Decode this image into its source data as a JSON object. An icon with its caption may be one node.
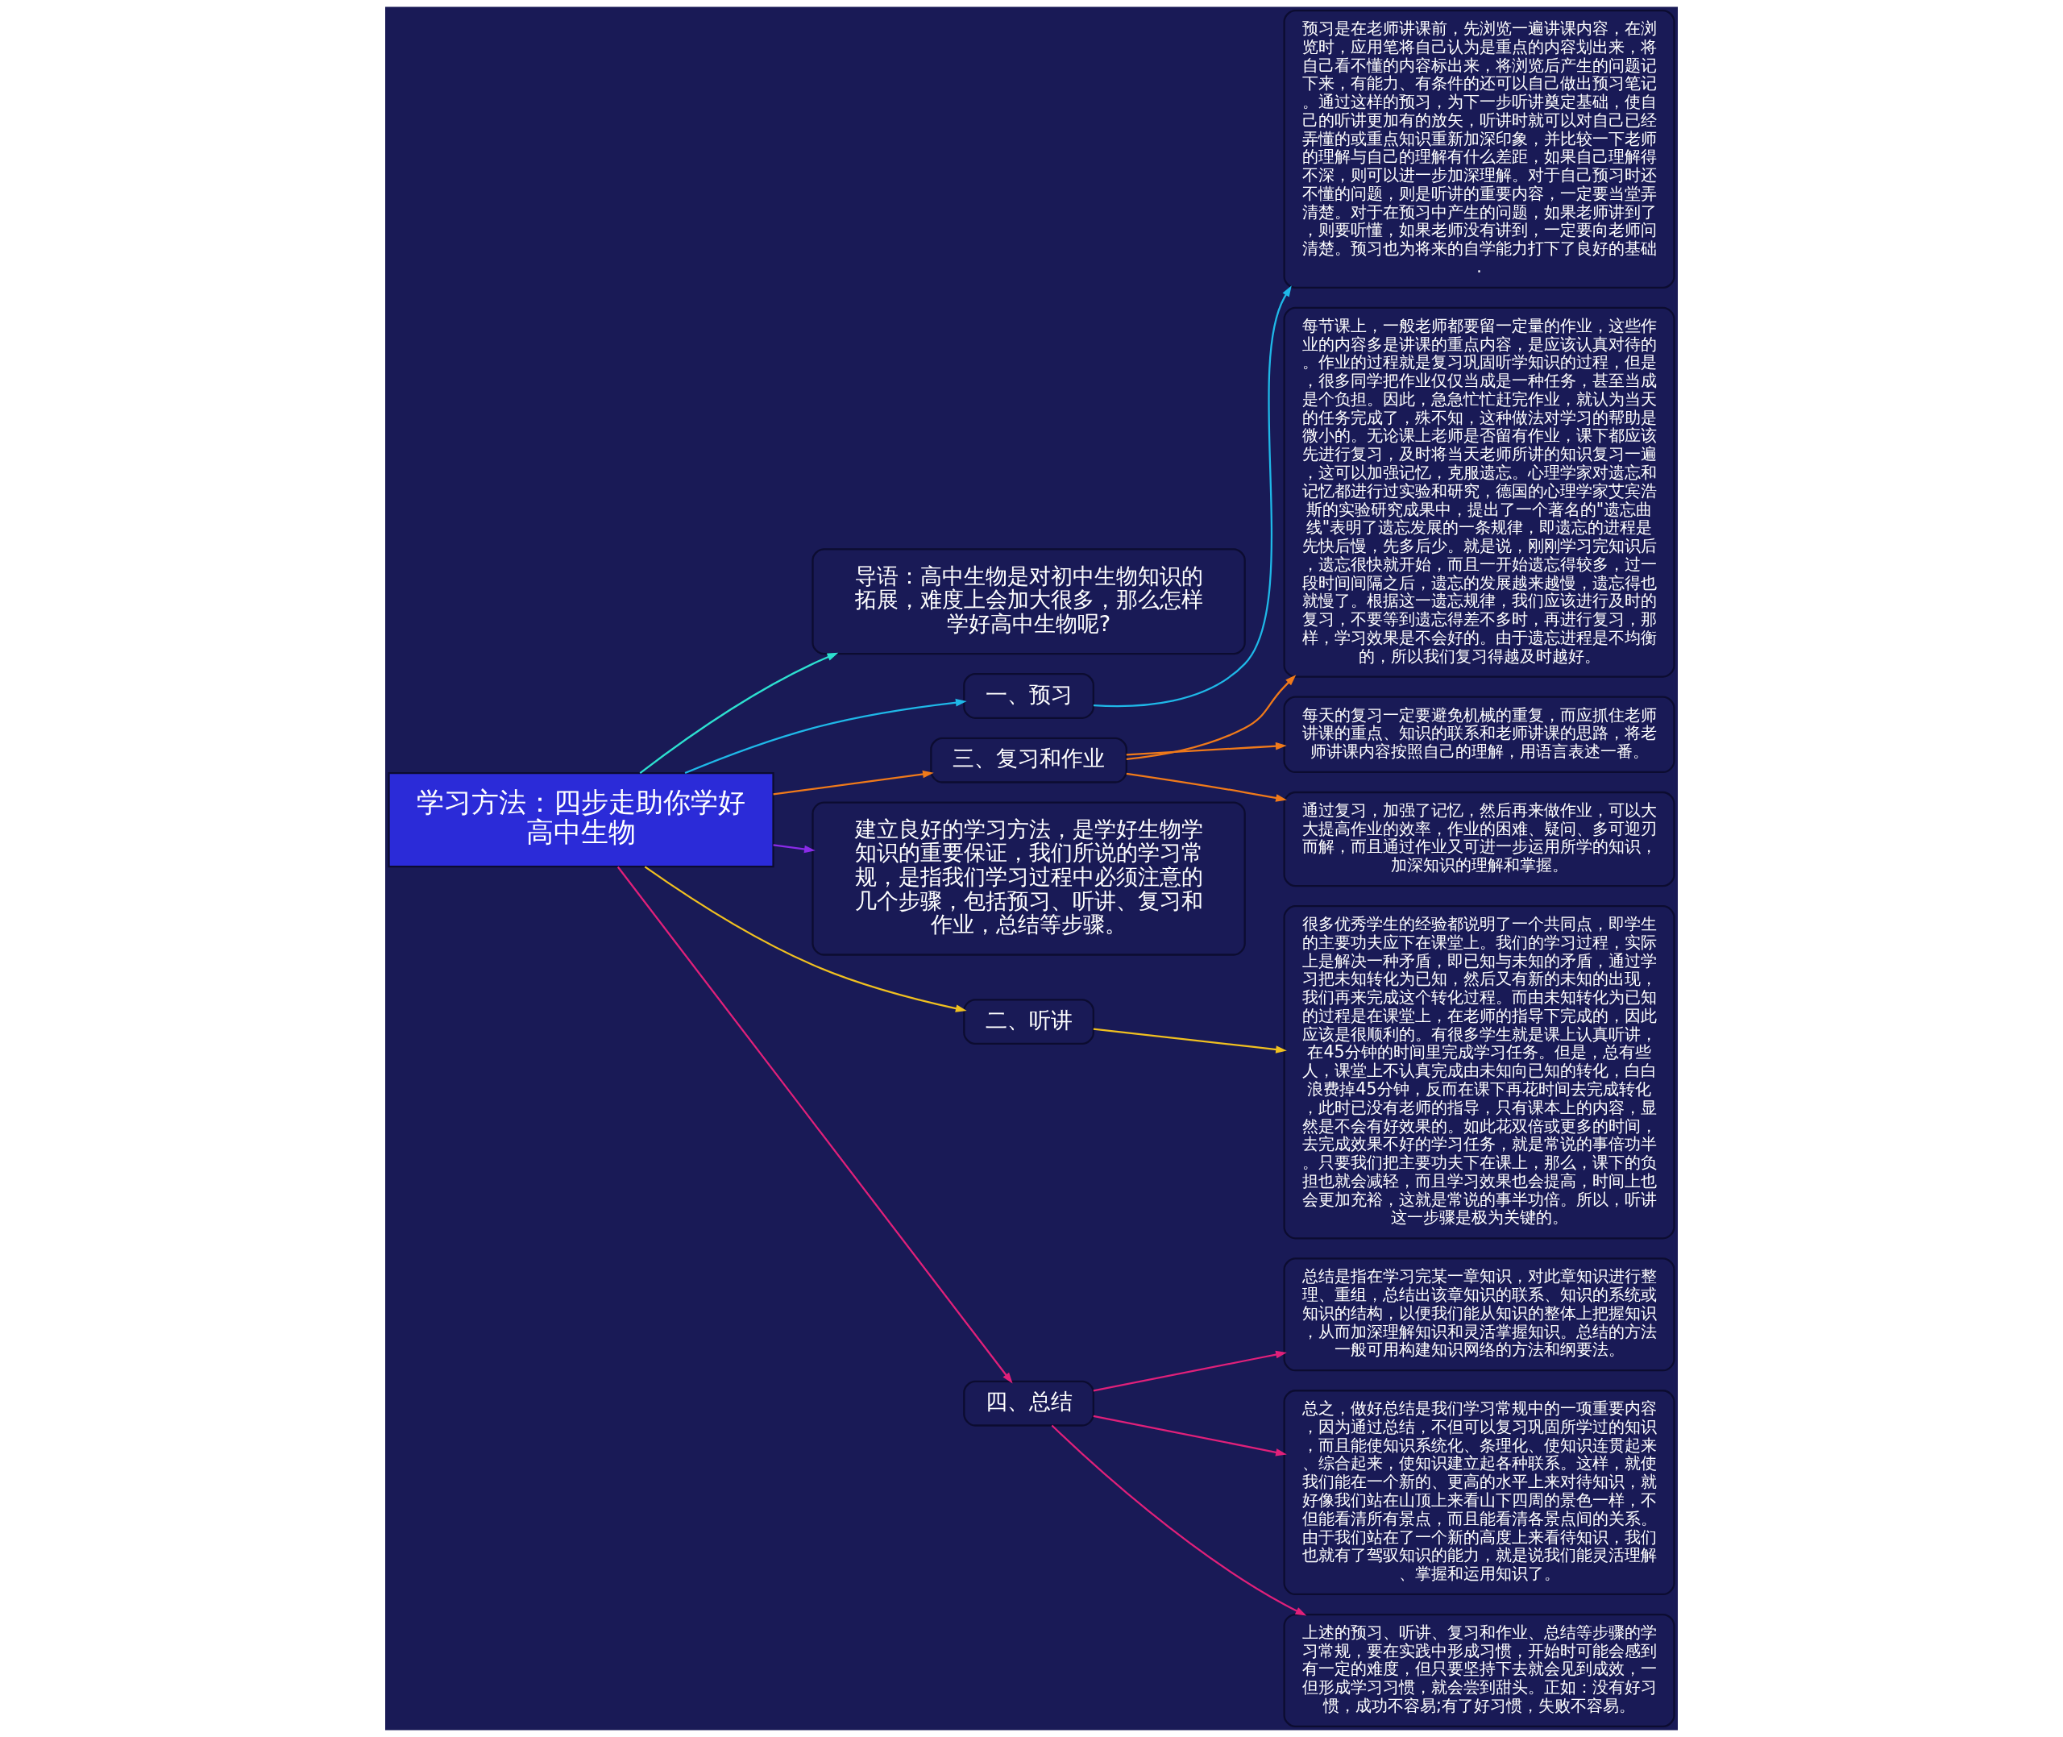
{
  "diagram": {
    "nodes": [
      {
        "text": [
          "学习方法：四步走助你学好高中生物"
        ]
      },
      {
        "text": [
          "导语：高中生物是对初中生物知识的拓展，难度上会加大很多，那么怎样学好高中生物呢?"
        ]
      },
      {
        "text": [
          "一、预习"
        ]
      },
      {
        "text": [
          "预习是在老师讲课前，先浏览一遍讲课内容，在浏览时，应用笔将自己认为是重点的内容划出来，将自己看不懂的内容标出来，将浏览后产生的问题记下来，有能力、有条件的还可以自己做出预习笔记。通过这样的预习，为下一步听讲奠定基础，使自己的听讲更加有的放矢，听讲时就可以对自己已经弄懂的或重点知识重新加深印象，并比较一下老师的理解与自己的理解有什么差距，如果自己理解得不深，则可以进一步加深理解。对于自己预习时还不懂的问题，则是听讲的重要内容，一定要当堂弄清楚。对于在预习中产生的问题，如果老师讲到了，则要听懂，如果老师没有讲到，一定要向老师问清楚。预习也为将来的自学能力打下了良好的基础."
        ]
      },
      {
        "text": [
          "三、复习和作业"
        ]
      },
      {
        "text": [
          "每节课上，一般老师都要留一定量的作业，这些作业的内容多是讲课的重点内容，是应该认真对待的。作业的过程就是复习巩固听学知识的过程，但是，很多同学把作业仅仅当成是一种任务，甚至当成是个负担。因此，急急忙忙赶完作业，就认为当天的任务完成了，殊不知，这种做法对学习的帮助是微小的。无论课上老师是否留有作业，课下都应该先进行复习，及时将当天老师所讲的知识复习一遍，这可以加强记忆，克服遗忘。心理学家对遗忘和记忆都进行过实验和研究，德国的心理学家艾宾浩斯的实验研究成果中，提出了一个著名的\"遗忘曲线\"表明了遗忘发展的一条规律，即遗忘的进程是先快后慢，先多后少。就是说，刚刚学习完知识后，遗忘很快就开始，而且一开始遗忘得较多，过一段时间间隔之后，遗忘的发展越来越慢，遗忘得也就慢了。根据这一遗忘规律，我们应该进行及时的复习，不要等到遗忘得差不多时，再进行复习，那样，学习效果是不会好的。由于遗忘进程是不均衡的，所以我们复习得越及时越好。"
        ]
      },
      {
        "text": [
          "每天的复习一定要避免机械的重复，而应抓住老师讲课的重点、知识的联系和老师讲课的思路，将老师讲课内容按照自己的理解，用语言表述一番。"
        ]
      },
      {
        "text": [
          "通过复习，加强了记忆，然后再来做作业，可以大大提高作业的效率，作业的困难、疑问、多可迎刃而解，而且通过作业又可进一步运用所学的知识，加深知识的理解和掌握。"
        ]
      },
      {
        "text": [
          "建立良好的学习方法，是学好生物学知识的重要保证，我们所说的学习常规，是指我们学习过程中必须注意的几个步骤，包括预习、听讲、复习和作业，总结等步骤。"
        ]
      },
      {
        "text": [
          "二、听讲"
        ]
      },
      {
        "text": [
          "很多优秀学生的经验都说明了一个共同点，即学生的主要功夫应下在课堂上。我们的学习过程，实际上是解决一种矛盾，即已知与未知的矛盾，通过学习把未知转化为已知，然后又有新的未知的出现，我们再来完成这个转化过程。而由未知转化为已知的过程是在课堂上，在老师的指导下完成的，因此应该是很顺利的。有很多学生就是课上认真听讲，在45分钟的时间里完成学习任务。但是，总有些人，课堂上不认真完成由未知向已知的转化，白白浪费掉45分钟，反而在课下再花时间去完成转化，此时已没有老师的指导，只有课本上的内容，显然是不会有好效果的。如此花双倍或更多的时间，去完成效果不好的学习任务，就是常说的事倍功半。只要我们把主要功夫下在课上，那么，课下的负担也就会减轻，而且学习效果也会提高，时间上也会更加充裕，这就是常说的事半功倍。所以，听讲这一步骤是极为关键的。"
        ]
      },
      {
        "text": [
          "四、总结"
        ]
      },
      {
        "text": [
          "总结是指在学习完某一章知识，对此章知识进行整理、重组，总结出该章知识的联系、知识的系统或知识的结构，以便我们能从知识的整体上把握知识，从而加深理解知识和灵活掌握知识。总结的方法一般可用构建知识网络的方法和纲要法。"
        ]
      },
      {
        "text": [
          "总之，做好总结是我们学习常规中的一项重要内容，因为通过总结，不但可以复习巩固所学过的知识，而且能使知识系统化、条理化、使知识连贯起来、综合起来，使知识建立起各种联系。这样，就使我们能在一个新的、更高的水平上来对待知识，就好像我们站在山顶上来看山下四周的景色一样，不但能看清所有景点，而且能看清各景点间的关系。由于我们站在了一个新的高度上来看待知识，我们也就有了驾驭知识的能力，就是说我们能灵活理解、掌握和运用知识了。"
        ]
      },
      {
        "text": [
          "上述的预习、听讲、复习和作业、总结等步骤的学习常规，要在实践中形成习惯，开始时可能会感到有一定的难度，但只要坚持下去就会见到成效，一但形成学习习惯，就会尝到甜头。正如：没有好习惯，成功不容易;有了好习惯，失败不容易。"
        ]
      }
    ],
    "edges": [
      {
        "from": 0,
        "to": 1,
        "arrow": "to",
        "color": "#2de0d0"
      },
      {
        "from": 0,
        "to": 2,
        "arrow": "to",
        "color": "#1fb8e8"
      },
      {
        "from": 2,
        "to": 3,
        "arrow": "to",
        "color": "#1fb8e8"
      },
      {
        "from": 0,
        "to": 4,
        "arrow": "to",
        "color": "#f07a1a"
      },
      {
        "from": 4,
        "to": 5,
        "arrow": "to",
        "color": "#f07a1a"
      },
      {
        "from": 4,
        "to": 6,
        "arrow": "to",
        "color": "#f07a1a"
      },
      {
        "from": 4,
        "to": 7,
        "arrow": "to",
        "color": "#f07a1a"
      },
      {
        "from": 0,
        "to": 8,
        "arrow": "to",
        "color": "#8a2be8"
      },
      {
        "from": 0,
        "to": 9,
        "arrow": "to",
        "color": "#f0c020"
      },
      {
        "from": 9,
        "to": 10,
        "arrow": "to",
        "color": "#f0c020"
      },
      {
        "from": 0,
        "to": 11,
        "arrow": "to",
        "color": "#e0207a"
      },
      {
        "from": 11,
        "to": 12,
        "arrow": "to",
        "color": "#e0207a"
      },
      {
        "from": 11,
        "to": 13,
        "arrow": "to",
        "color": "#e0207a"
      },
      {
        "from": 11,
        "to": 14,
        "arrow": "to",
        "color": "#e0207a"
      }
    ]
  }
}
